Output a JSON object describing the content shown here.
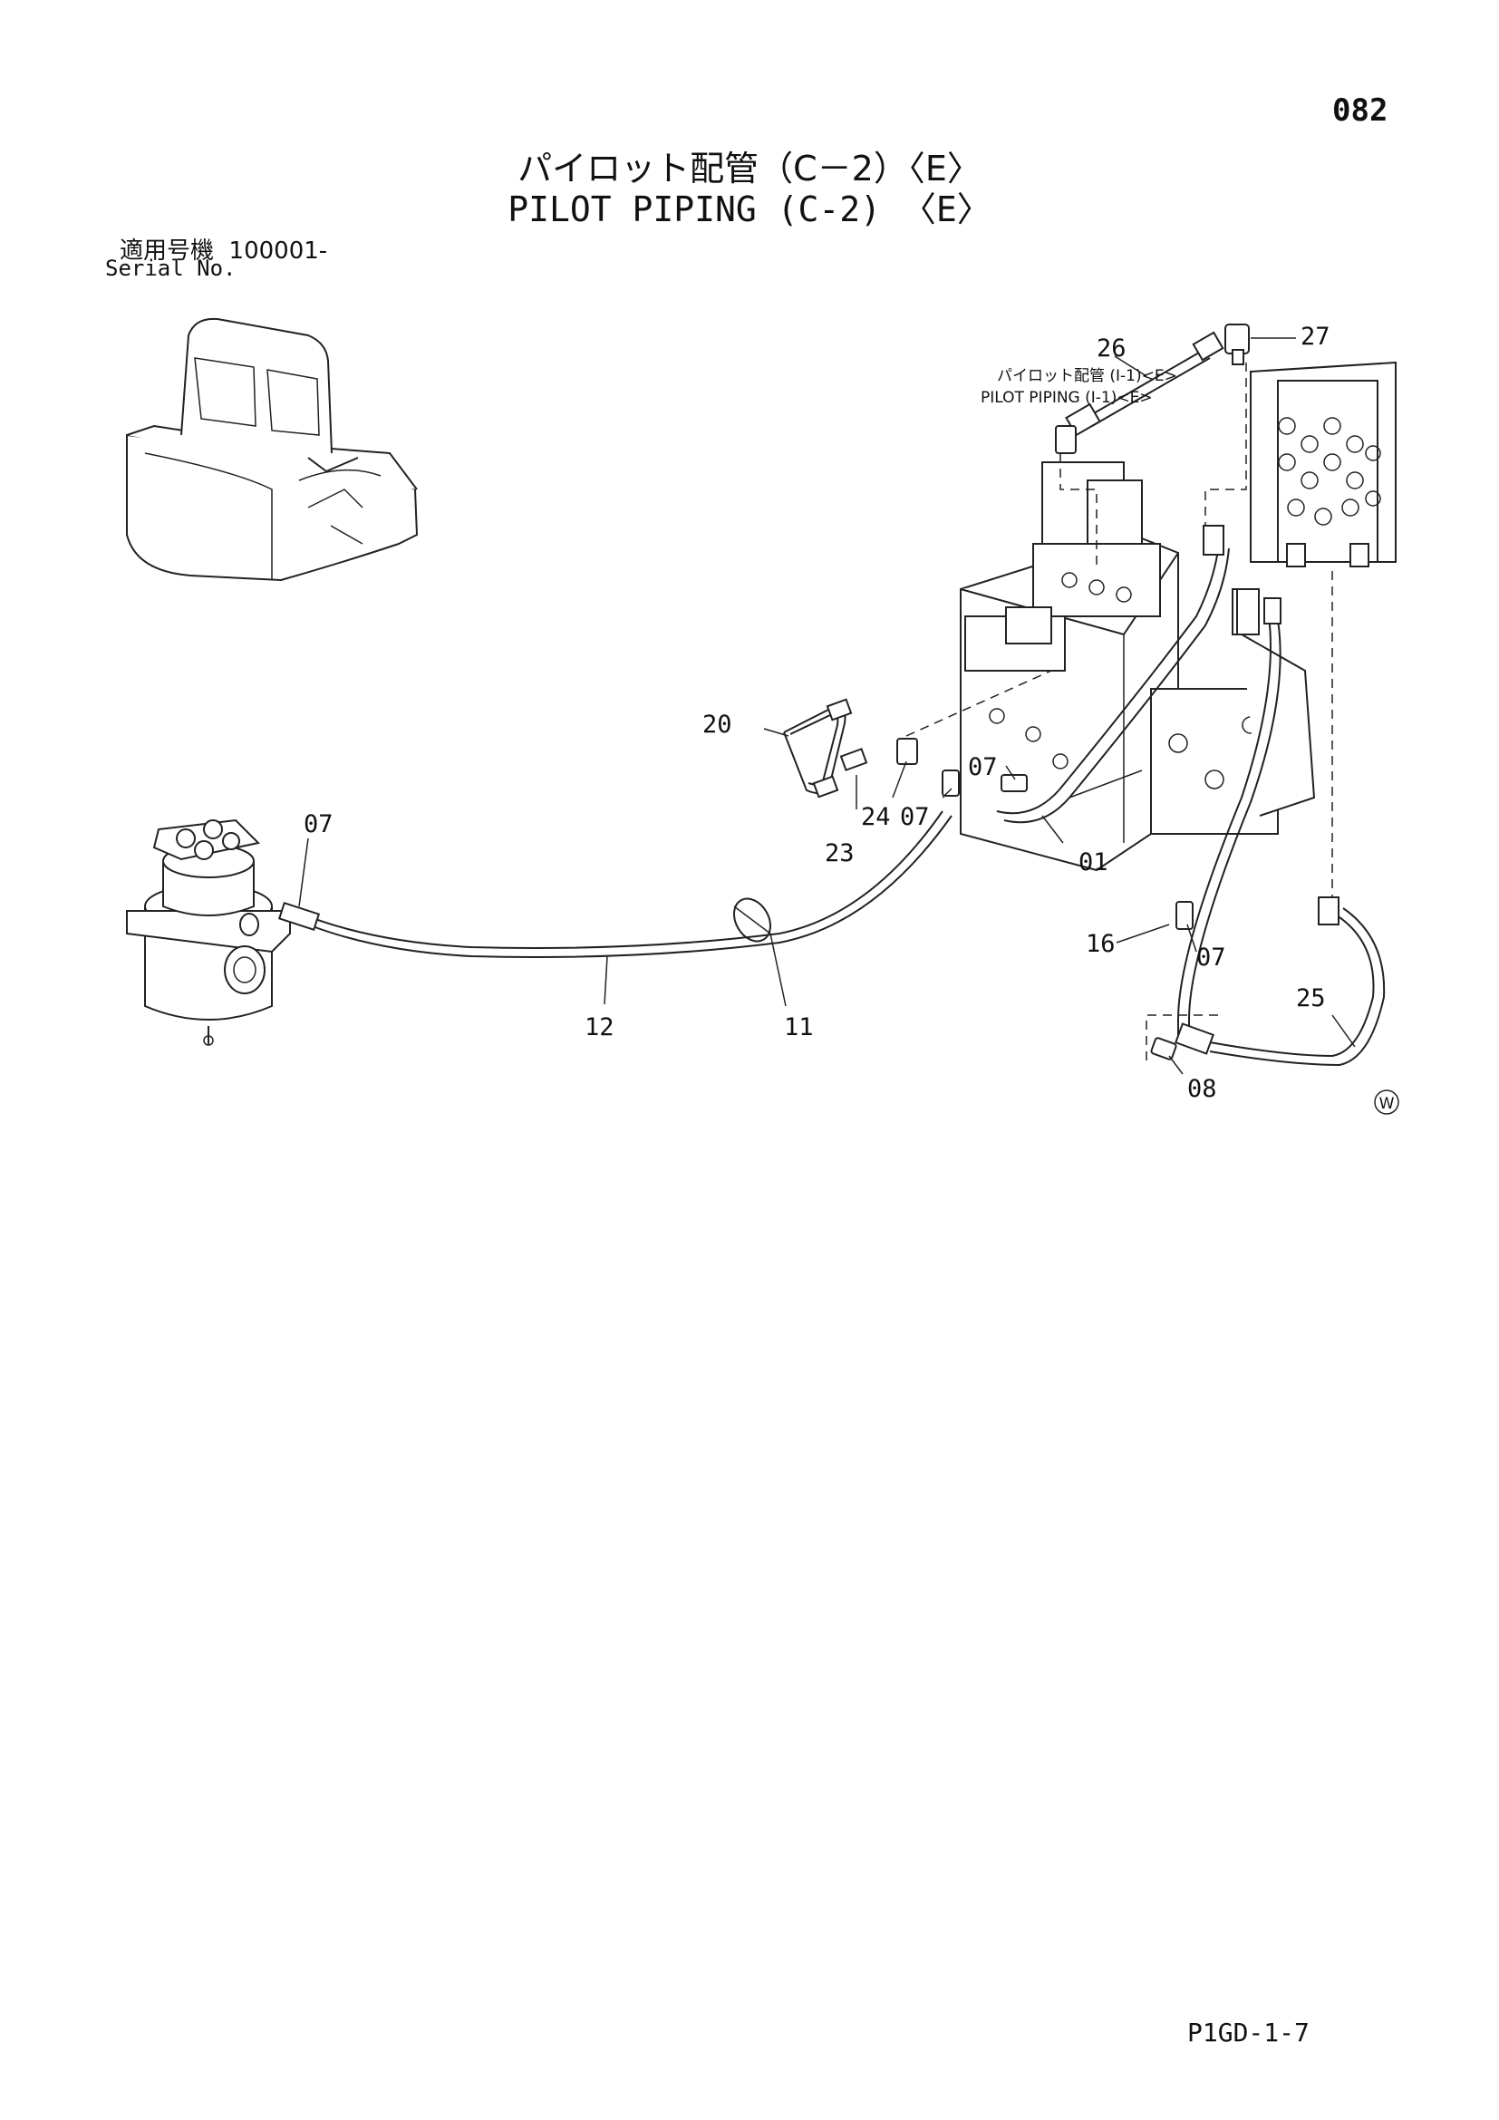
{
  "page_number": "082",
  "title_ja": "パイロット配管（C－2）〈E〉",
  "title_en": "PILOT PIPING (C-2) 〈E〉",
  "serial": {
    "label_ja": "適用号機",
    "range": "100001-",
    "label_en": "Serial No."
  },
  "reference": {
    "ja": "パイロット配管 (I-1)<E>",
    "en": "PILOT PIPING (I-1)<E>"
  },
  "callouts": [
    {
      "id": "01"
    },
    {
      "id": "07"
    },
    {
      "id": "07"
    },
    {
      "id": "07"
    },
    {
      "id": "07"
    },
    {
      "id": "08"
    },
    {
      "id": "11"
    },
    {
      "id": "12"
    },
    {
      "id": "16"
    },
    {
      "id": "20"
    },
    {
      "id": "23"
    },
    {
      "id": "24"
    },
    {
      "id": "25"
    },
    {
      "id": "26"
    },
    {
      "id": "27"
    }
  ],
  "watermark_symbol": "W",
  "footer_code": "P1GD-1-7"
}
